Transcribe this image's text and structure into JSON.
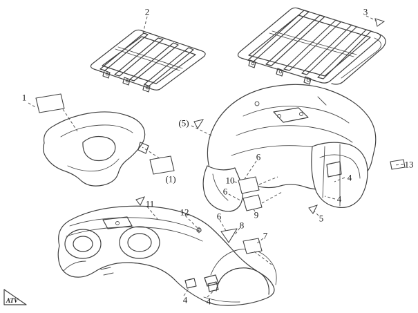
{
  "page": {
    "background": "#ffffff"
  },
  "colors": {
    "line": "#3f3f3f",
    "label": "#1a1a1a"
  },
  "logo": {
    "text": "ATV"
  },
  "callouts": [
    {
      "label": "2"
    },
    {
      "label": "3"
    },
    {
      "label": "1"
    },
    {
      "label": "(5)"
    },
    {
      "label": "13"
    },
    {
      "label": "(1)"
    },
    {
      "label": "6"
    },
    {
      "label": "10"
    },
    {
      "label": "6"
    },
    {
      "label": "9"
    },
    {
      "label": "4"
    },
    {
      "label": "4"
    },
    {
      "label": "5"
    },
    {
      "label": "11"
    },
    {
      "label": "12"
    },
    {
      "label": "6"
    },
    {
      "label": "8"
    },
    {
      "label": "7"
    },
    {
      "label": "4"
    },
    {
      "label": "4"
    }
  ]
}
